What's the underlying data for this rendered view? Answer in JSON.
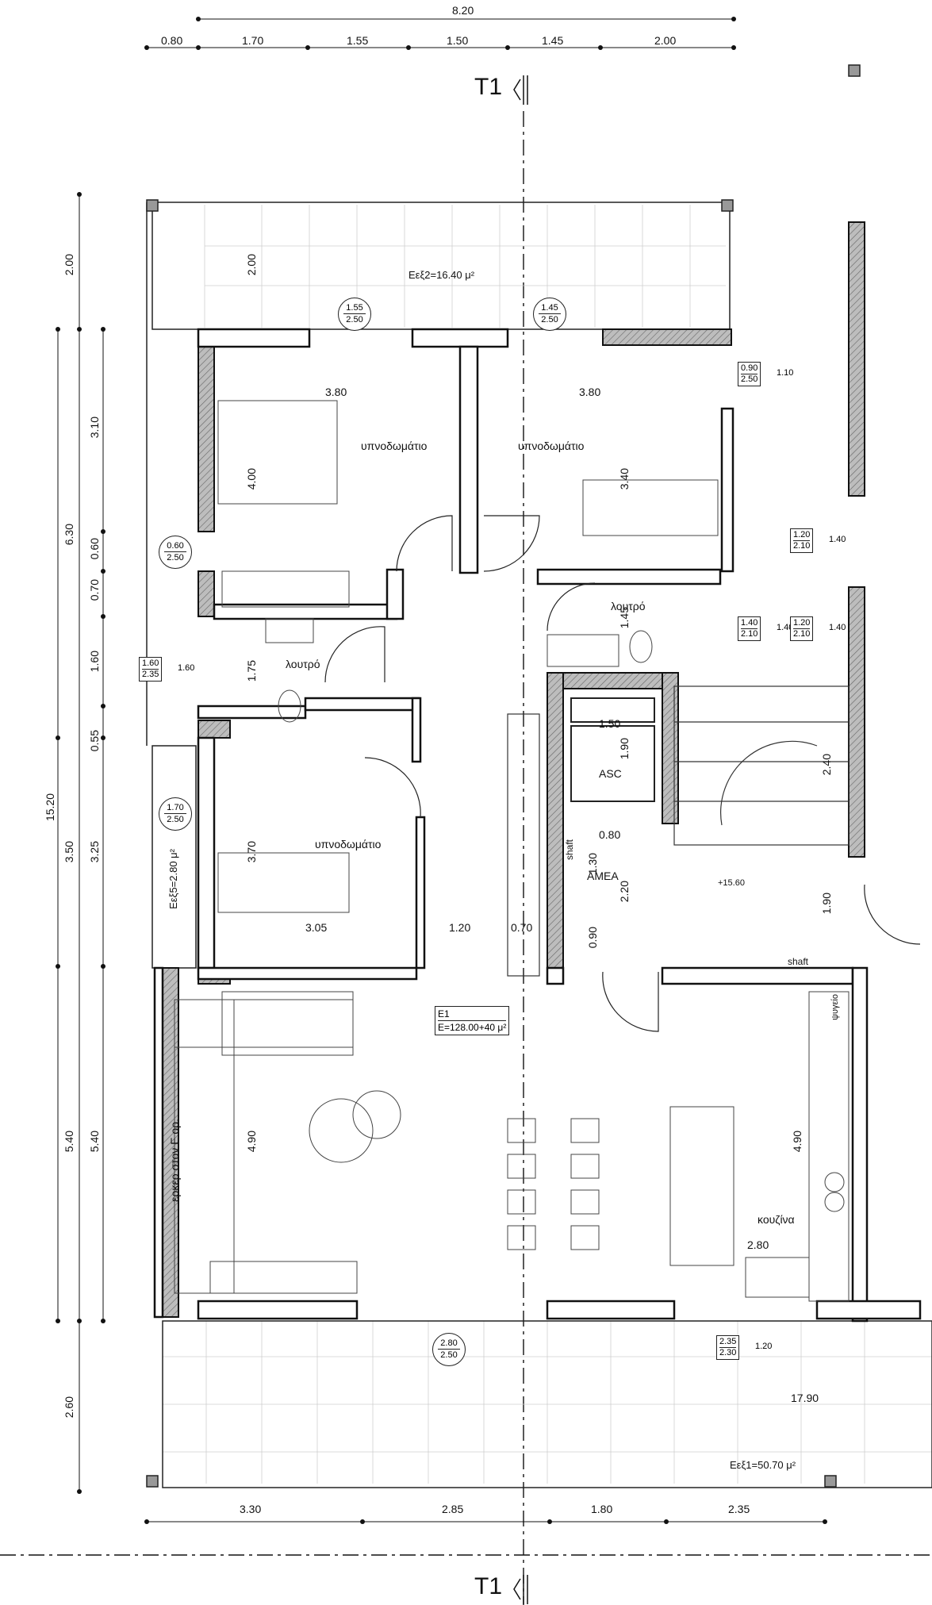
{
  "dims_top": {
    "total": "8.20",
    "segments": [
      "0.80",
      "1.70",
      "1.55",
      "1.50",
      "1.45",
      "2.00"
    ]
  },
  "dims_left_outer": [
    "2.00",
    "15.20",
    "2.60"
  ],
  "dims_left_mid": [
    "6.30",
    "3.50",
    "5.40"
  ],
  "dims_left_inner": [
    "3.10",
    "0.60",
    "0.70",
    "1.60",
    "0.55",
    "3.25",
    "5.40"
  ],
  "dims_bottom": [
    "3.30",
    "2.85",
    "1.80",
    "2.35"
  ],
  "section_marker": "T1",
  "rooms": {
    "bedroom1": "υπνοδωμάτιο",
    "bedroom2": "υπνοδωμάτιο",
    "bedroom3": "υπνοδωμάτιο",
    "bath1": "λουτρό",
    "bath2": "λουτρό",
    "kitchen": "κουζίνα",
    "bay": "ερκερ στον Ε ορ.",
    "elevator": "ASC",
    "amea": "ΑΜΕΑ",
    "shaft1": "shaft",
    "shaft2": "shaft",
    "fridge": "ψυγείο"
  },
  "areas": {
    "balcony2": "Εεξ2=16.40 μ²",
    "balcony1": "Εεξ1=50.70 μ²",
    "balcony5": "Εεξ5=2.80 μ²",
    "e1_title": "E1",
    "e1_value": "E=128.00+40 μ²"
  },
  "level": "+15.60",
  "inner_dims": {
    "bed1_w": "3.80",
    "bed1_h": "4.00",
    "bed2_w": "3.80",
    "bed2_h": "3.40",
    "bath1_h": "1.75",
    "bath2_h": "1.45",
    "bed3_h": "3.70",
    "bed3_w": "3.05",
    "corr_w": "1.20",
    "corr2_w": "0.70",
    "asc_w": "1.50",
    "asc_h": "1.90",
    "amea_w": "0.80",
    "amea_h1": "1.30",
    "amea_h2": "2.20",
    "amea_h3": "0.90",
    "stair_h": "2.40",
    "hall_h": "1.90",
    "living_h": "4.90",
    "kitchen_h": "4.90",
    "kitchen_w": "2.80",
    "balc2_h": "2.00",
    "balc1_w": "17.90"
  },
  "openings": [
    {
      "n": "0.90",
      "d": "2.50",
      "s": "1.10"
    },
    {
      "n": "1.20",
      "d": "2.10",
      "s": "1.40"
    },
    {
      "n": "1.40",
      "d": "2.10",
      "s": "1.40"
    },
    {
      "n": "1.20",
      "d": "2.10",
      "s": "1.40"
    },
    {
      "n": "1.60",
      "d": "2.35",
      "s": "1.60"
    },
    {
      "n": "2.35",
      "d": "2.30",
      "s": "1.20"
    }
  ],
  "doors": [
    {
      "n": "1.55",
      "d": "2.50"
    },
    {
      "n": "1.45",
      "d": "2.50"
    },
    {
      "n": "0.60",
      "d": "2.50"
    },
    {
      "n": "1.70",
      "d": "2.50"
    },
    {
      "n": "2.80",
      "d": "2.50"
    }
  ]
}
